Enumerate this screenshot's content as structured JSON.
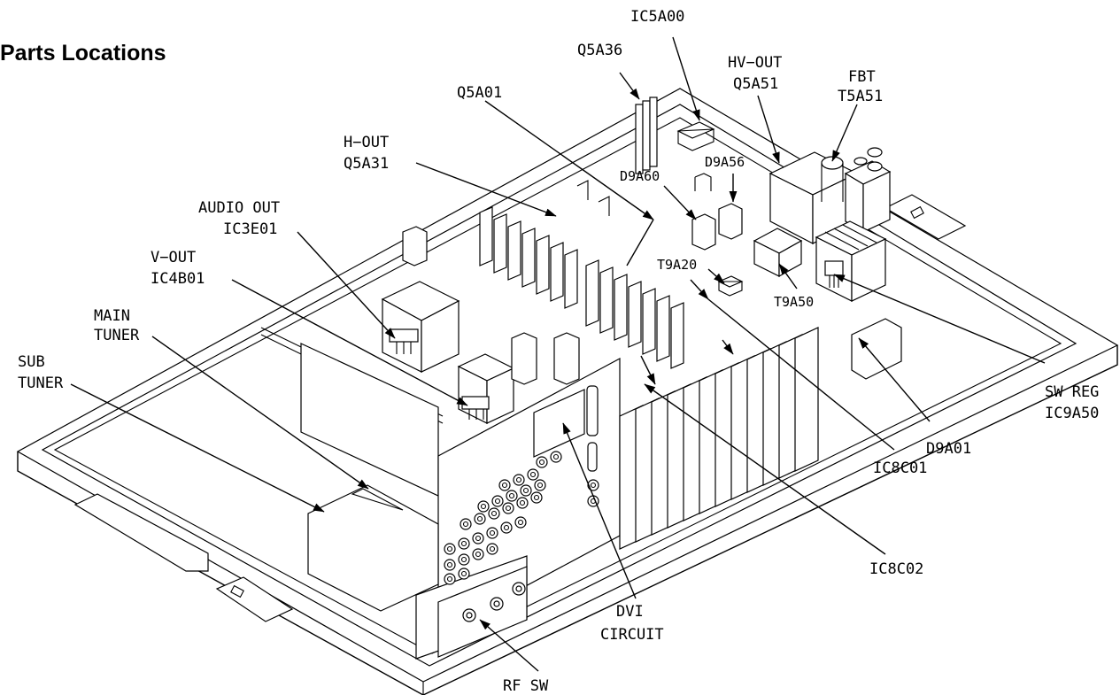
{
  "title": "Parts Locations",
  "labels": {
    "ic5a00": "IC5A00",
    "q5a36": "Q5A36",
    "hv_out_1": "HV−OUT",
    "hv_out_2": "Q5A51",
    "fbt_1": "FBT",
    "fbt_2": "T5A51",
    "q5a01": "Q5A01",
    "h_out_1": "H−OUT",
    "h_out_2": "Q5A31",
    "d9a56": "D9A56",
    "d9a60": "D9A60",
    "audio_out_1": "AUDIO  OUT",
    "audio_out_2": "IC3E01",
    "v_out_1": "V−OUT",
    "v_out_2": "IC4B01",
    "t9a20": "T9A20",
    "t9a50": "T9A50",
    "main_tuner_1": "MAIN",
    "main_tuner_2": "TUNER",
    "sub_tuner_1": "SUB",
    "sub_tuner_2": "TUNER",
    "sw_reg_1": "SW  REG",
    "sw_reg_2": "IC9A50",
    "d9a01": "D9A01",
    "ic8c01": "IC8C01",
    "ic8c02": "IC8C02",
    "dvi_1": "DVI",
    "dvi_2": "CIRCUIT",
    "rf_sw": "RF  SW"
  },
  "icons": [
    "pcb-chassis-drawing",
    "leader-arrow"
  ]
}
